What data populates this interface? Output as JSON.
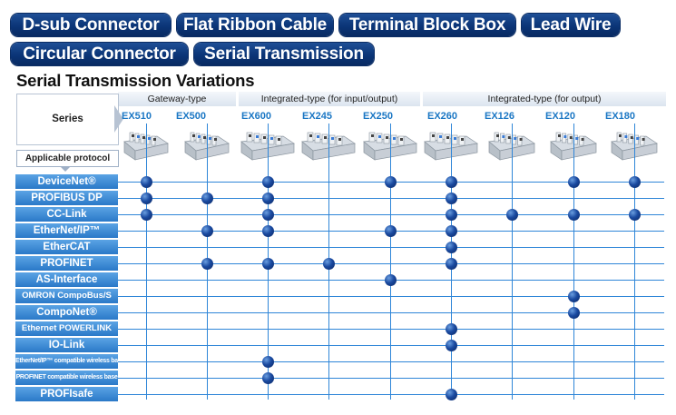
{
  "categories": [
    "D-sub Connector",
    "Flat Ribbon Cable",
    "Terminal Block Box",
    "Lead Wire",
    "Circular Connector",
    "Serial Transmission"
  ],
  "title": "Serial Transmission Variations",
  "series_label": "Series",
  "protocol_label": "Applicable protocol",
  "groups": [
    "Gateway-type",
    "Integrated-type (for input/output)",
    "Integrated-type (for output)"
  ],
  "columns": [
    "EX510",
    "EX500",
    "EX600",
    "EX245",
    "EX250",
    "EX260",
    "EX126",
    "EX120",
    "EX180"
  ],
  "rows": [
    "DeviceNet®",
    "PROFIBUS DP",
    "CC-Link",
    "EtherNet/IP™",
    "EtherCAT",
    "PROFINET",
    "AS-Interface",
    "OMRON CompoBus/S",
    "CompoNet®",
    "Ethernet POWERLINK",
    "IO-Link",
    "EtherNet/IP™ compatible wireless base",
    "PROFINET compatible wireless base",
    "PROFIsafe"
  ],
  "support": {
    "DeviceNet®": [
      "EX510",
      "EX600",
      "EX250",
      "EX260",
      "EX120",
      "EX180"
    ],
    "PROFIBUS DP": [
      "EX510",
      "EX500",
      "EX600",
      "EX260"
    ],
    "CC-Link": [
      "EX510",
      "EX600",
      "EX260",
      "EX126",
      "EX120",
      "EX180"
    ],
    "EtherNet/IP™": [
      "EX500",
      "EX600",
      "EX250",
      "EX260"
    ],
    "EtherCAT": [
      "EX260"
    ],
    "PROFINET": [
      "EX500",
      "EX600",
      "EX245",
      "EX260"
    ],
    "AS-Interface": [
      "EX250"
    ],
    "OMRON CompoBus/S": [
      "EX120"
    ],
    "CompoNet®": [
      "EX120"
    ],
    "Ethernet POWERLINK": [
      "EX260"
    ],
    "IO-Link": [
      "EX260"
    ],
    "EtherNet/IP™ compatible wireless base": [
      "EX600"
    ],
    "PROFINET compatible wireless base": [
      "EX600"
    ],
    "PROFIsafe": [
      "EX260"
    ]
  },
  "colors": {
    "pill": "#0b3577",
    "row_label": "#3a8ad6",
    "grid_line": "#2f86d8",
    "dot": "#1a4aa0",
    "column_name": "#1b77c4"
  }
}
